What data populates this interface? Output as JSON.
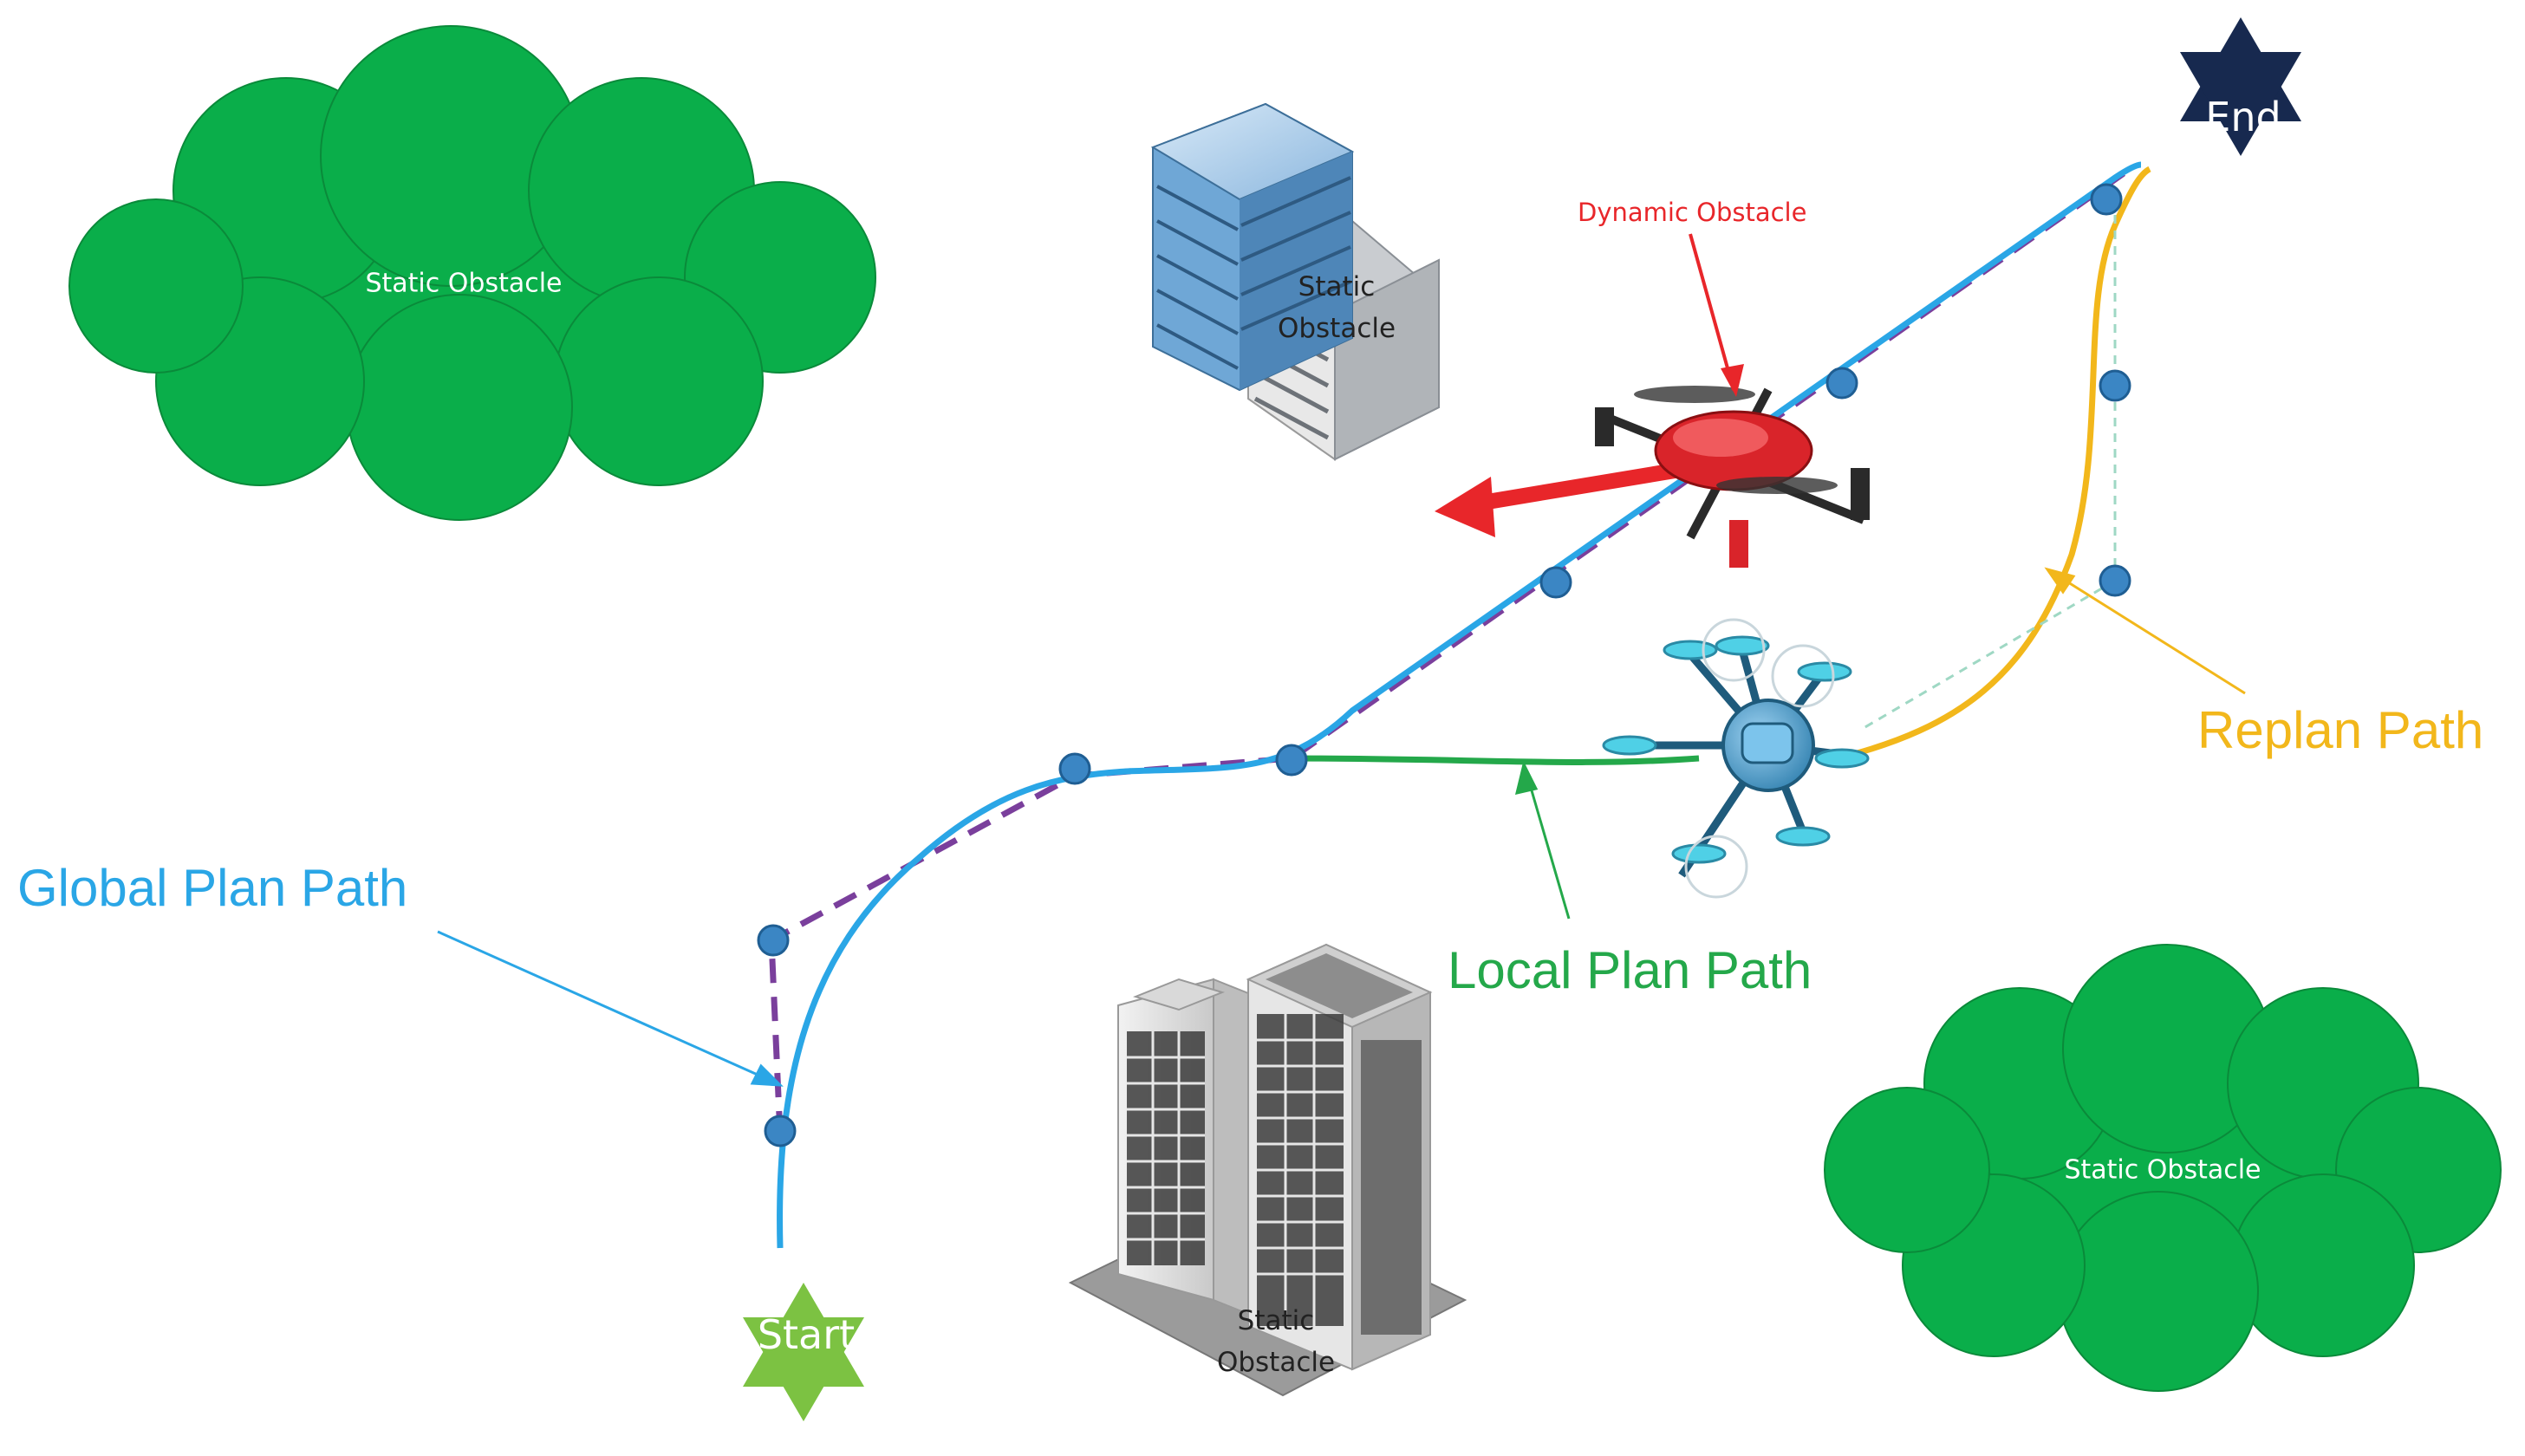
{
  "labels": {
    "static_obstacle_top_left": "Static Obstacle",
    "static_obstacle_bottom_right": "Static Obstacle",
    "building_top_line1": "Static",
    "building_top_line2": "Obstacle",
    "building_bottom_line1": "Static",
    "building_bottom_line2": "Obstacle",
    "dynamic_obstacle": "Dynamic Obstacle",
    "global_plan_path": "Global Plan Path",
    "local_plan_path": "Local Plan Path",
    "replan_path": "Replan Path",
    "start": "Start",
    "end": "End"
  },
  "colors": {
    "cloud": "#0aae4a",
    "global_path": "#2aa6e6",
    "dashed_path": "#7a3f9c",
    "local_path": "#24a84a",
    "replan_path": "#f2b71b",
    "dynamic_label": "#e8262a",
    "start_star": "#7cc242",
    "end_star": "#17294f",
    "waypoint": "#3b86c4"
  },
  "icons": [
    "cloud-shape",
    "office-building-icon",
    "skyscraper-icon",
    "red-quadcopter-icon",
    "blue-hexacopter-icon",
    "six-point-star-icon"
  ]
}
